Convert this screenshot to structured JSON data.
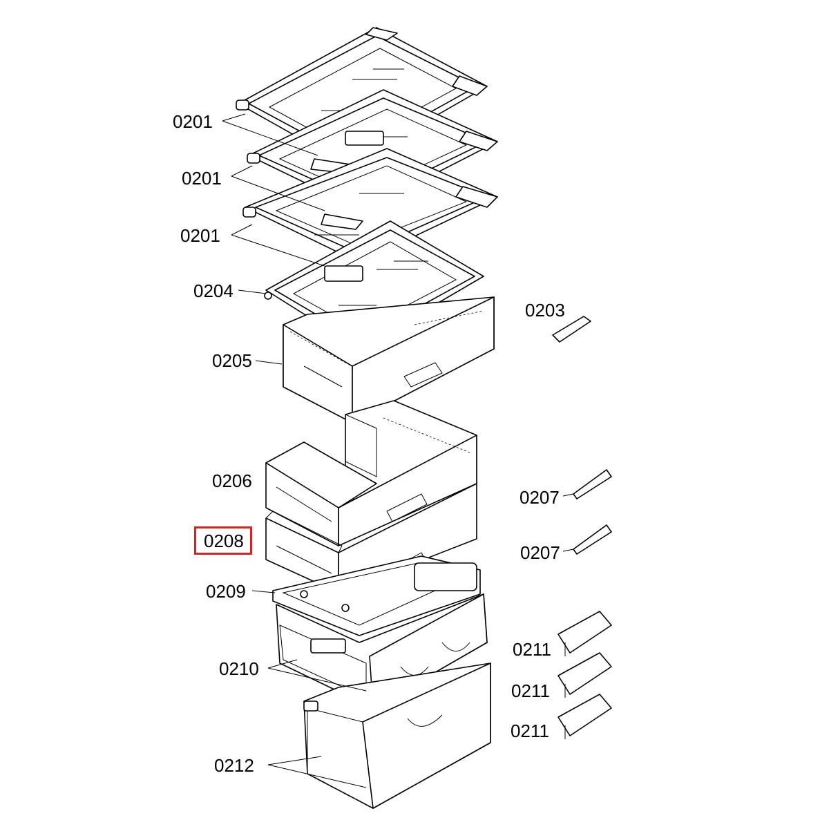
{
  "diagram": {
    "highlight_color": "#e02020",
    "labels": [
      {
        "id": "label-0201-a",
        "text": "0201"
      },
      {
        "id": "label-0201-b",
        "text": "0201"
      },
      {
        "id": "label-0201-c",
        "text": "0201"
      },
      {
        "id": "label-0204",
        "text": "0204"
      },
      {
        "id": "label-0203",
        "text": "0203"
      },
      {
        "id": "label-0205",
        "text": "0205"
      },
      {
        "id": "label-0206",
        "text": "0206"
      },
      {
        "id": "label-0207-a",
        "text": "0207"
      },
      {
        "id": "label-0207-b",
        "text": "0207"
      },
      {
        "id": "label-0208",
        "text": "0208",
        "highlighted": true
      },
      {
        "id": "label-0209",
        "text": "0209"
      },
      {
        "id": "label-0210",
        "text": "0210"
      },
      {
        "id": "label-0211-a",
        "text": "0211"
      },
      {
        "id": "label-0211-b",
        "text": "0211"
      },
      {
        "id": "label-0211-c",
        "text": "0211"
      },
      {
        "id": "label-0212",
        "text": "0212"
      }
    ]
  }
}
